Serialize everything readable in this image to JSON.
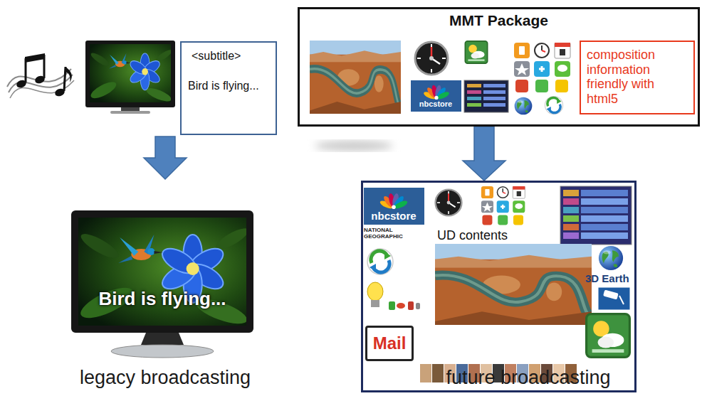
{
  "diagram": {
    "nodes": [
      {
        "text": [
          "<subtitle>",
          "Bird is flying..."
        ]
      },
      {
        "text": [
          "MMT Package"
        ]
      },
      {
        "text": [
          "composition information friendly with html5"
        ],
        "in": 1
      },
      {
        "text": [
          "Bird is flying..."
        ]
      },
      {
        "text": [
          "UD contents",
          "3D Earth"
        ]
      },
      {
        "text": [
          "Mail"
        ],
        "in": 4
      }
    ],
    "edges": [
      {
        "from": 1,
        "to": 4,
        "arrow": "to"
      }
    ],
    "labels": [
      "nbcstore",
      "nbcstore",
      "NATIONAL GEOGRAPHIC",
      "legacy broadcasting",
      "future broadcasting"
    ]
  }
}
